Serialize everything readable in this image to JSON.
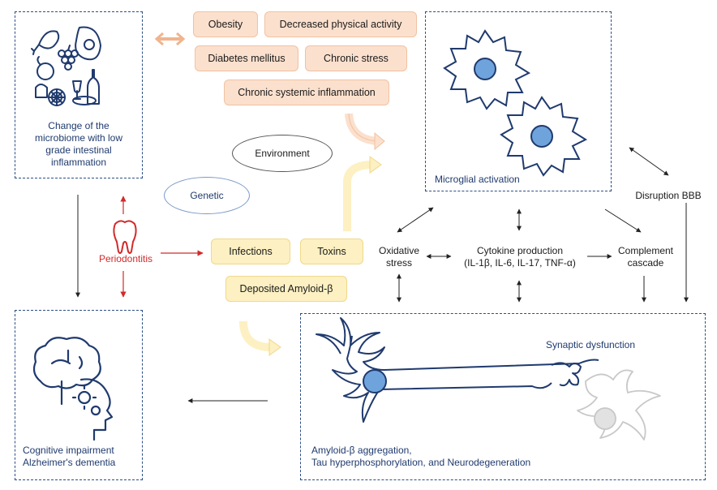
{
  "risk_factors": {
    "obesity": "Obesity",
    "decreased_activity": "Decreased physical activity",
    "diabetes": "Diabetes mellitus",
    "chronic_stress": "Chronic stress",
    "systemic_inflammation": "Chronic systemic inflammation"
  },
  "microbiome_panel": {
    "caption": [
      "Change of the",
      "microbiome with low",
      "grade intestinal",
      "inflammation"
    ]
  },
  "microglia_panel": {
    "caption": "Microglial activation"
  },
  "environment": "Environment",
  "genetic": "Genetic",
  "periodontitis": "Periodontitis",
  "infections": "Infections",
  "toxins": "Toxins",
  "deposited_amyloid": "Deposited Amyloid-β",
  "oxidative_stress": [
    "Oxidative",
    "stress"
  ],
  "cytokine": [
    "Cytokine production",
    "(IL-1β, IL-6, IL-17, TNF-α)"
  ],
  "complement": [
    "Complement",
    "cascade"
  ],
  "disruption_bbb": "Disruption BBB",
  "neuron_panel": {
    "synaptic": "Synaptic dysfunction",
    "caption": [
      "Amyloid-β aggregation,",
      "Tau hyperphosphorylation, and Neurodegeneration"
    ]
  },
  "cognitive_panel": {
    "caption": [
      "Cognitive impairment",
      "Alzheimer's dementia"
    ]
  },
  "colors": {
    "navy": "#1f3a6e",
    "red": "#d22a2a",
    "salmon": "#fbe0cd",
    "yellow": "#fdf0c2",
    "microglia_fill": "#6fa3dc"
  }
}
